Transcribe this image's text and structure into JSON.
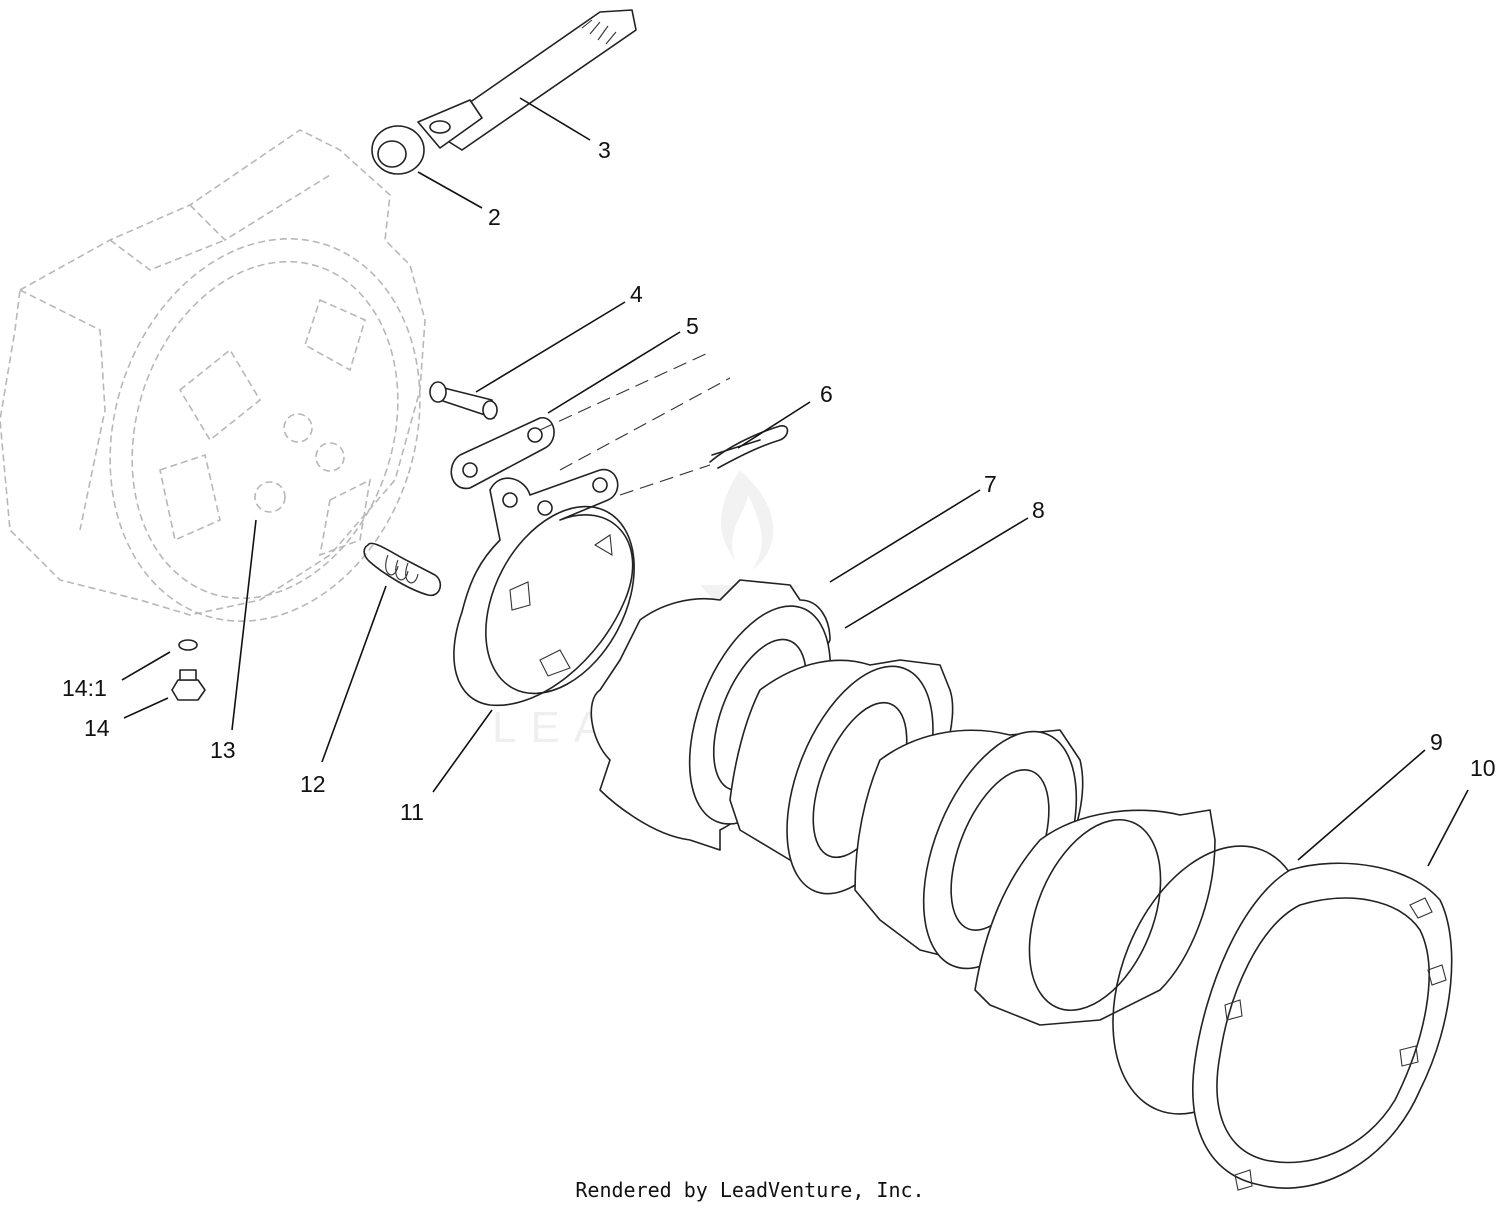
{
  "callouts": {
    "c2": "2",
    "c3": "3",
    "c4": "4",
    "c5": "5",
    "c6": "6",
    "c7": "7",
    "c8": "8",
    "c9": "9",
    "c10": "10",
    "c11": "11",
    "c12": "12",
    "c13": "13",
    "c14": "14",
    "c14_1": "14:1"
  },
  "watermark": "LEADVENTURE",
  "credit": "Rendered by LeadVenture, Inc."
}
